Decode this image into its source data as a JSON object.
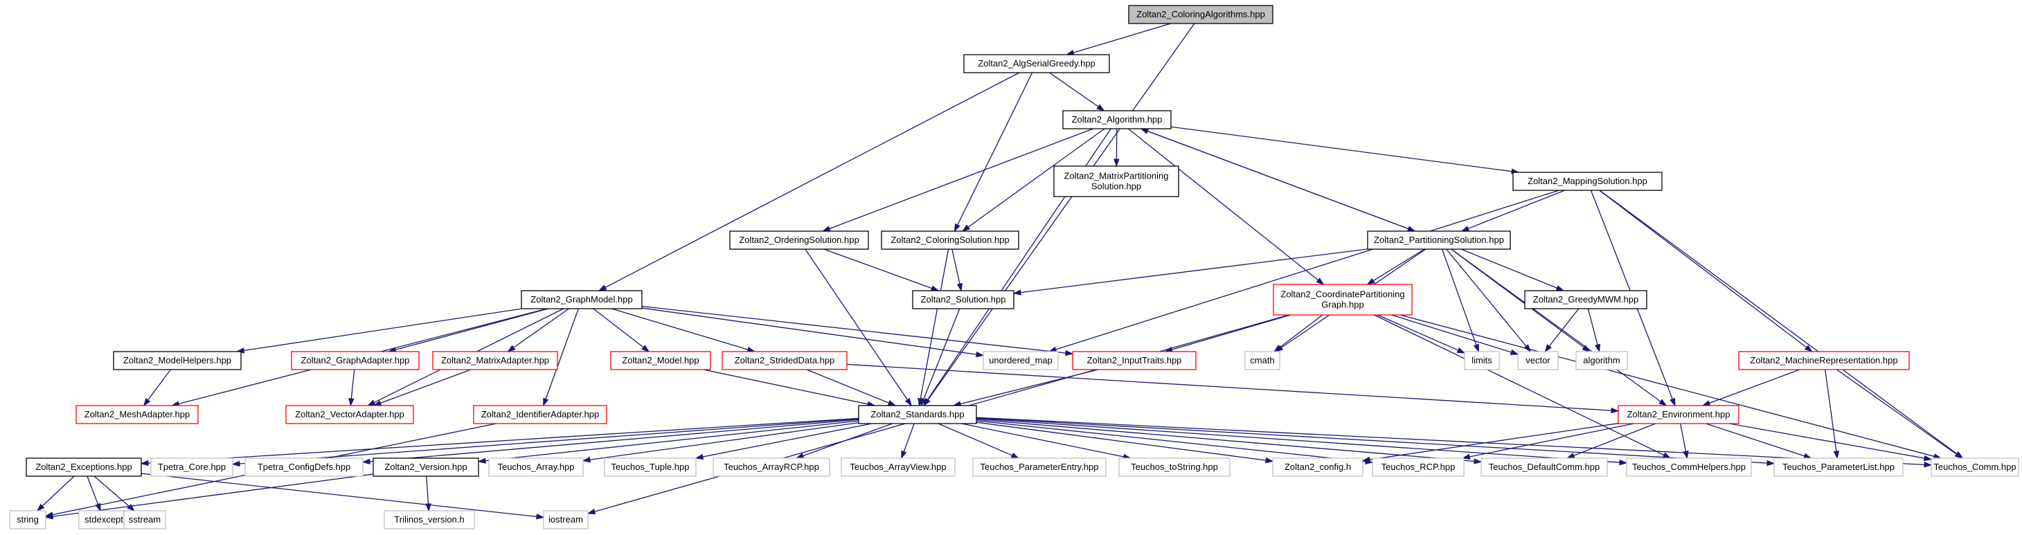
{
  "nodes": [
    {
      "id": "root",
      "lines": [
        "Zoltan2_ColoringAlgorithms.hpp"
      ],
      "style": "root"
    },
    {
      "id": "algserialgreedy",
      "lines": [
        "Zoltan2_AlgSerialGreedy.hpp"
      ],
      "style": "black"
    },
    {
      "id": "algorithm",
      "lines": [
        "Zoltan2_Algorithm.hpp"
      ],
      "style": "black"
    },
    {
      "id": "mappingsolution",
      "lines": [
        "Zoltan2_MappingSolution.hpp"
      ],
      "style": "black"
    },
    {
      "id": "matrixpartsol",
      "lines": [
        "Zoltan2_MatrixPartitioning",
        "Solution.hpp"
      ],
      "style": "black"
    },
    {
      "id": "orderingsolution",
      "lines": [
        "Zoltan2_OrderingSolution.hpp"
      ],
      "style": "black"
    },
    {
      "id": "coloringsolution",
      "lines": [
        "Zoltan2_ColoringSolution.hpp"
      ],
      "style": "black"
    },
    {
      "id": "partitioningsolution",
      "lines": [
        "Zoltan2_PartitioningSolution.hpp"
      ],
      "style": "black"
    },
    {
      "id": "graphmodel",
      "lines": [
        "Zoltan2_GraphModel.hpp"
      ],
      "style": "black"
    },
    {
      "id": "solution",
      "lines": [
        "Zoltan2_Solution.hpp"
      ],
      "style": "black"
    },
    {
      "id": "coordpartgraph",
      "lines": [
        "Zoltan2_CoordinatePartitioning",
        "Graph.hpp"
      ],
      "style": "red"
    },
    {
      "id": "greedymwm",
      "lines": [
        "Zoltan2_GreedyMWM.hpp"
      ],
      "style": "black"
    },
    {
      "id": "modelhelpers",
      "lines": [
        "Zoltan2_ModelHelpers.hpp"
      ],
      "style": "black"
    },
    {
      "id": "graphadapter",
      "lines": [
        "Zoltan2_GraphAdapter.hpp"
      ],
      "style": "red"
    },
    {
      "id": "matrixadapter",
      "lines": [
        "Zoltan2_MatrixAdapter.hpp"
      ],
      "style": "red"
    },
    {
      "id": "model",
      "lines": [
        "Zoltan2_Model.hpp"
      ],
      "style": "red"
    },
    {
      "id": "strideddata",
      "lines": [
        "Zoltan2_StridedData.hpp"
      ],
      "style": "red"
    },
    {
      "id": "unorderedmap",
      "lines": [
        "unordered_map"
      ],
      "style": "gray"
    },
    {
      "id": "inputtraits",
      "lines": [
        "Zoltan2_InputTraits.hpp"
      ],
      "style": "red"
    },
    {
      "id": "cmath",
      "lines": [
        "cmath"
      ],
      "style": "gray"
    },
    {
      "id": "limits",
      "lines": [
        "limits"
      ],
      "style": "gray"
    },
    {
      "id": "vector",
      "lines": [
        "vector"
      ],
      "style": "gray"
    },
    {
      "id": "algorithmstd",
      "lines": [
        "algorithm"
      ],
      "style": "gray"
    },
    {
      "id": "machinerep",
      "lines": [
        "Zoltan2_MachineRepresentation.hpp"
      ],
      "style": "red"
    },
    {
      "id": "meshadapter",
      "lines": [
        "Zoltan2_MeshAdapter.hpp"
      ],
      "style": "red"
    },
    {
      "id": "vectoradapter",
      "lines": [
        "Zoltan2_VectorAdapter.hpp"
      ],
      "style": "red"
    },
    {
      "id": "identifieradapter",
      "lines": [
        "Zoltan2_IdentifierAdapter.hpp"
      ],
      "style": "red"
    },
    {
      "id": "standards",
      "lines": [
        "Zoltan2_Standards.hpp"
      ],
      "style": "black"
    },
    {
      "id": "environment",
      "lines": [
        "Zoltan2_Environment.hpp"
      ],
      "style": "red"
    },
    {
      "id": "exceptions",
      "lines": [
        "Zoltan2_Exceptions.hpp"
      ],
      "style": "black"
    },
    {
      "id": "tpetracore",
      "lines": [
        "Tpetra_Core.hpp"
      ],
      "style": "gray"
    },
    {
      "id": "tpetraconfig",
      "lines": [
        "Tpetra_ConfigDefs.hpp"
      ],
      "style": "gray"
    },
    {
      "id": "version",
      "lines": [
        "Zoltan2_Version.hpp"
      ],
      "style": "black"
    },
    {
      "id": "tarray",
      "lines": [
        "Teuchos_Array.hpp"
      ],
      "style": "gray"
    },
    {
      "id": "ttuple",
      "lines": [
        "Teuchos_Tuple.hpp"
      ],
      "style": "gray"
    },
    {
      "id": "tarrayrcp",
      "lines": [
        "Teuchos_ArrayRCP.hpp"
      ],
      "style": "gray"
    },
    {
      "id": "tarrayview",
      "lines": [
        "Teuchos_ArrayView.hpp"
      ],
      "style": "gray"
    },
    {
      "id": "tparamentry",
      "lines": [
        "Teuchos_ParameterEntry.hpp"
      ],
      "style": "gray"
    },
    {
      "id": "ttostring",
      "lines": [
        "Teuchos_toString.hpp"
      ],
      "style": "gray"
    },
    {
      "id": "config",
      "lines": [
        "Zoltan2_config.h"
      ],
      "style": "gray"
    },
    {
      "id": "trcp",
      "lines": [
        "Teuchos_RCP.hpp"
      ],
      "style": "gray"
    },
    {
      "id": "tdefaultcomm",
      "lines": [
        "Teuchos_DefaultComm.hpp"
      ],
      "style": "gray"
    },
    {
      "id": "tcommhelpers",
      "lines": [
        "Teuchos_CommHelpers.hpp"
      ],
      "style": "gray"
    },
    {
      "id": "tparamlist",
      "lines": [
        "Teuchos_ParameterList.hpp"
      ],
      "style": "gray"
    },
    {
      "id": "tcomm",
      "lines": [
        "Teuchos_Comm.hpp"
      ],
      "style": "gray"
    },
    {
      "id": "string",
      "lines": [
        "string"
      ],
      "style": "gray"
    },
    {
      "id": "stdexcept",
      "lines": [
        "stdexcept"
      ],
      "style": "gray"
    },
    {
      "id": "sstream",
      "lines": [
        "sstream"
      ],
      "style": "gray"
    },
    {
      "id": "iostream",
      "lines": [
        "iostream"
      ],
      "style": "gray"
    },
    {
      "id": "trilinosversion",
      "lines": [
        "Trilinos_version.h"
      ],
      "style": "gray"
    }
  ],
  "edges": [
    [
      "root",
      "algserialgreedy"
    ],
    [
      "root",
      "standards"
    ],
    [
      "algserialgreedy",
      "algorithm"
    ],
    [
      "algserialgreedy",
      "coloringsolution"
    ],
    [
      "algserialgreedy",
      "graphmodel"
    ],
    [
      "algorithm",
      "mappingsolution"
    ],
    [
      "algorithm",
      "matrixpartsol"
    ],
    [
      "algorithm",
      "orderingsolution"
    ],
    [
      "algorithm",
      "coloringsolution"
    ],
    [
      "algorithm",
      "partitioningsolution"
    ],
    [
      "algorithm",
      "coordpartgraph"
    ],
    [
      "algorithm",
      "standards"
    ],
    [
      "mappingsolution",
      "partitioningsolution"
    ],
    [
      "mappingsolution",
      "unorderedmap"
    ],
    [
      "mappingsolution",
      "machinerep"
    ],
    [
      "mappingsolution",
      "environment"
    ],
    [
      "mappingsolution",
      "tcomm"
    ],
    [
      "partitioningsolution",
      "algorithm"
    ],
    [
      "partitioningsolution",
      "solution"
    ],
    [
      "partitioningsolution",
      "coordpartgraph"
    ],
    [
      "partitioningsolution",
      "greedymwm"
    ],
    [
      "partitioningsolution",
      "cmath"
    ],
    [
      "partitioningsolution",
      "limits"
    ],
    [
      "partitioningsolution",
      "vector"
    ],
    [
      "partitioningsolution",
      "algorithmstd"
    ],
    [
      "partitioningsolution",
      "environment"
    ],
    [
      "orderingsolution",
      "solution"
    ],
    [
      "orderingsolution",
      "standards"
    ],
    [
      "coloringsolution",
      "solution"
    ],
    [
      "coloringsolution",
      "standards"
    ],
    [
      "solution",
      "standards"
    ],
    [
      "graphmodel",
      "modelhelpers"
    ],
    [
      "graphmodel",
      "graphadapter"
    ],
    [
      "graphmodel",
      "matrixadapter"
    ],
    [
      "graphmodel",
      "model"
    ],
    [
      "graphmodel",
      "strideddata"
    ],
    [
      "graphmodel",
      "unorderedmap"
    ],
    [
      "graphmodel",
      "inputtraits"
    ],
    [
      "graphmodel",
      "meshadapter"
    ],
    [
      "graphmodel",
      "vectoradapter"
    ],
    [
      "graphmodel",
      "identifieradapter"
    ],
    [
      "coordpartgraph",
      "inputtraits"
    ],
    [
      "coordpartgraph",
      "cmath"
    ],
    [
      "coordpartgraph",
      "limits"
    ],
    [
      "coordpartgraph",
      "vector"
    ],
    [
      "coordpartgraph",
      "tcommhelpers"
    ],
    [
      "coordpartgraph",
      "tcomm"
    ],
    [
      "coordpartgraph",
      "iostream"
    ],
    [
      "greedymwm",
      "vector"
    ],
    [
      "greedymwm",
      "algorithmstd"
    ],
    [
      "modelhelpers",
      "meshadapter"
    ],
    [
      "graphadapter",
      "vectoradapter"
    ],
    [
      "matrixadapter",
      "vectoradapter"
    ],
    [
      "model",
      "standards"
    ],
    [
      "strideddata",
      "standards"
    ],
    [
      "strideddata",
      "environment"
    ],
    [
      "inputtraits",
      "standards"
    ],
    [
      "identifieradapter",
      "string"
    ],
    [
      "machinerep",
      "environment"
    ],
    [
      "machinerep",
      "tparamlist"
    ],
    [
      "machinerep",
      "tcomm"
    ],
    [
      "standards",
      "exceptions"
    ],
    [
      "standards",
      "tpetracore"
    ],
    [
      "standards",
      "tpetraconfig"
    ],
    [
      "standards",
      "version"
    ],
    [
      "standards",
      "tarray"
    ],
    [
      "standards",
      "ttuple"
    ],
    [
      "standards",
      "tarrayrcp"
    ],
    [
      "standards",
      "tarrayview"
    ],
    [
      "standards",
      "tparamentry"
    ],
    [
      "standards",
      "ttostring"
    ],
    [
      "standards",
      "config"
    ],
    [
      "standards",
      "trcp"
    ],
    [
      "standards",
      "tdefaultcomm"
    ],
    [
      "standards",
      "tcommhelpers"
    ],
    [
      "standards",
      "tparamlist"
    ],
    [
      "standards",
      "tcomm"
    ],
    [
      "environment",
      "config"
    ],
    [
      "environment",
      "trcp"
    ],
    [
      "environment",
      "tdefaultcomm"
    ],
    [
      "environment",
      "tcommhelpers"
    ],
    [
      "environment",
      "tparamlist"
    ],
    [
      "environment",
      "tcomm"
    ],
    [
      "exceptions",
      "string"
    ],
    [
      "exceptions",
      "stdexcept"
    ],
    [
      "exceptions",
      "sstream"
    ],
    [
      "exceptions",
      "iostream"
    ],
    [
      "version",
      "string"
    ],
    [
      "version",
      "trilinosversion"
    ]
  ]
}
